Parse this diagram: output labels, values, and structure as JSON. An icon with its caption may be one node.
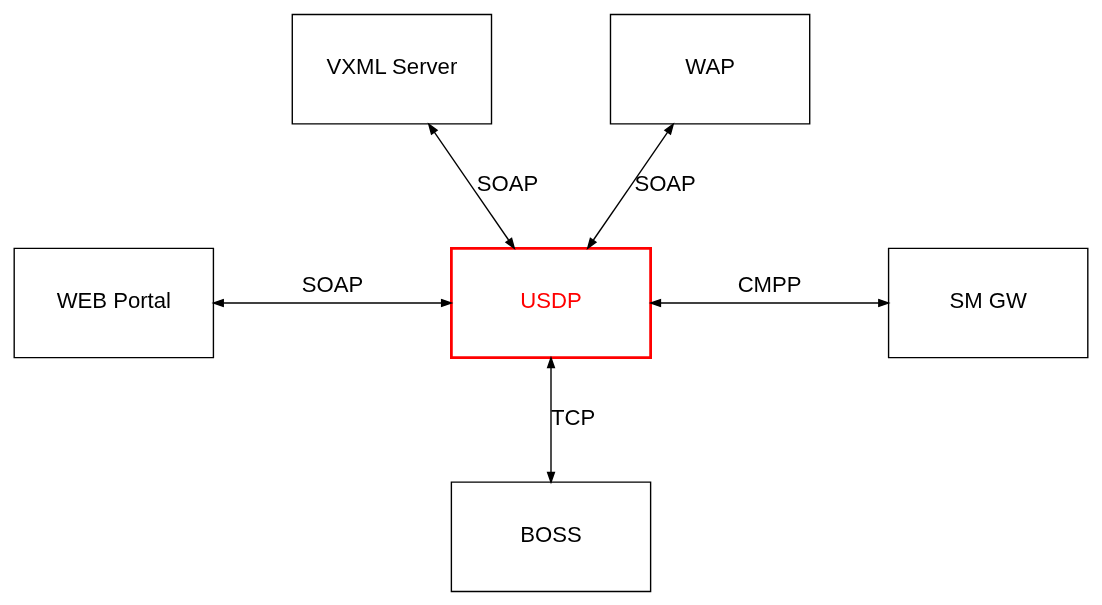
{
  "diagram": {
    "nodes": [
      {
        "text": [
          "VXML Server"
        ]
      },
      {
        "text": [
          "WAP"
        ]
      },
      {
        "text": [
          "WEB Portal"
        ]
      },
      {
        "text": [
          "USDP"
        ]
      },
      {
        "text": [
          "SM GW"
        ]
      },
      {
        "text": [
          "BOSS"
        ]
      }
    ],
    "edges": [
      {
        "from": 0,
        "to": 3,
        "arrow": "both",
        "label": "SOAP"
      },
      {
        "from": 1,
        "to": 3,
        "arrow": "both",
        "label": "SOAP"
      },
      {
        "from": 2,
        "to": 3,
        "arrow": "both",
        "label": "SOAP"
      },
      {
        "from": 3,
        "to": 4,
        "arrow": "both",
        "label": "CMPP"
      },
      {
        "from": 3,
        "to": 5,
        "arrow": "both",
        "label": "TCP"
      }
    ]
  }
}
